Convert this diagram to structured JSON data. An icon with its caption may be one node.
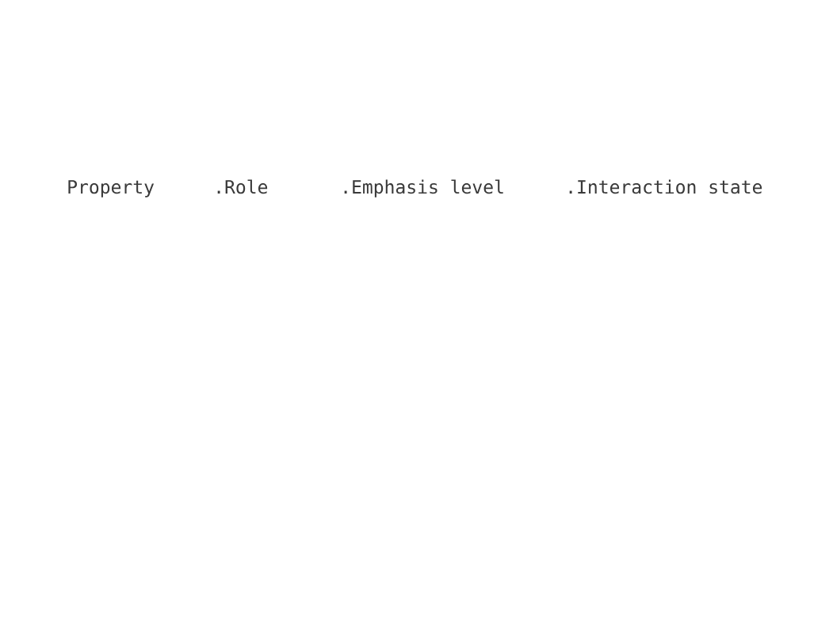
{
  "diagram": {
    "labels": [
      "Property",
      ".Role",
      ".Emphasis level",
      ".Interaction state"
    ]
  }
}
